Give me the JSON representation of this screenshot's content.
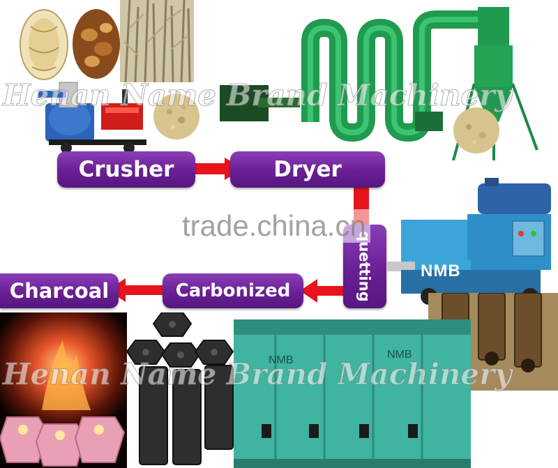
{
  "steps": {
    "crusher": "Crusher",
    "dryer": "Dryer",
    "briquetting": "quetting",
    "carbonized": "Carbonized",
    "charcoal": "Charcoal"
  },
  "watermarks": {
    "brand_top": "Henan Name Brand Machinery",
    "brand_bottom": "Henan Name Brand Machinery",
    "site": "trade.china.cn"
  },
  "machine_labels": {
    "briquette_machine": "NMB",
    "furnace_left": "NMB",
    "furnace_right": "NMB"
  },
  "colors": {
    "step_pill": "#6a1f94",
    "arrow": "#e8141b",
    "machine_green": "#1f9a4f",
    "machine_blue": "#3da4d9",
    "furnace_teal": "#3fb4a0"
  }
}
